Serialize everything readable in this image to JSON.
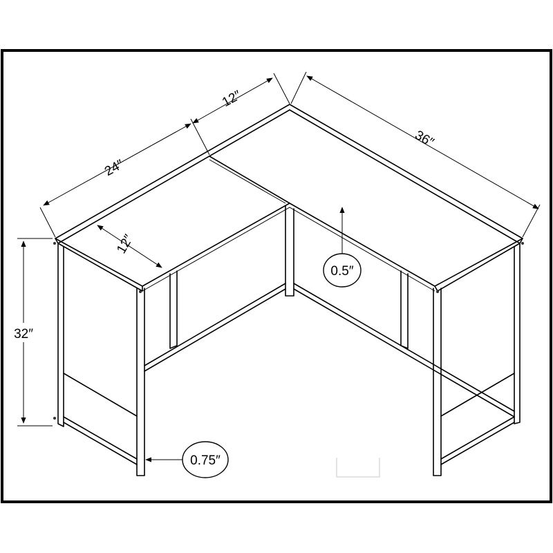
{
  "dimensions": {
    "left_depth": "24″",
    "corner_width": "12″",
    "right_length": "36″",
    "shelf_depth": "12″",
    "height": "32″",
    "top_thickness": "0.5″",
    "leg_thickness": "0.75″"
  }
}
